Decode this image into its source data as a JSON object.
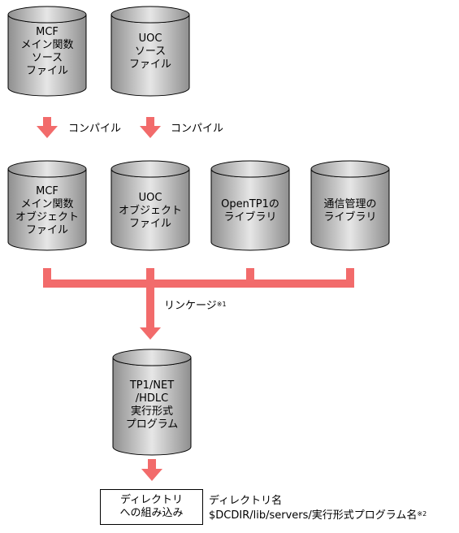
{
  "cylinders": [
    {
      "id": "mcf-src",
      "lines": [
        "MCF",
        "メイン関数",
        "ソース",
        "ファイル"
      ]
    },
    {
      "id": "uoc-src",
      "lines": [
        "UOC",
        "ソース",
        "ファイル"
      ]
    },
    {
      "id": "mcf-obj",
      "lines": [
        "MCF",
        "メイン関数",
        "オブジェクト",
        "ファイル"
      ]
    },
    {
      "id": "uoc-obj",
      "lines": [
        "UOC",
        "オブジェクト",
        "ファイル"
      ]
    },
    {
      "id": "opentp1-lib",
      "lines": [
        "OpenTP1の",
        "ライブラリ"
      ]
    },
    {
      "id": "comm-lib",
      "lines": [
        "通信管理の",
        "ライブラリ"
      ]
    },
    {
      "id": "exec",
      "lines": [
        "TP1/NET",
        "/HDLC",
        "実行形式",
        "プログラム"
      ]
    }
  ],
  "labels": {
    "compile_1": "コンパイル",
    "compile_2": "コンパイル",
    "linkage": "リンケージ",
    "linkage_note": "※1",
    "box_line1": "ディレクトリ",
    "box_line2": "への組み込み",
    "dir_title": "ディレクトリ名",
    "dir_path": "$DCDIR/lib/servers/実行形式プログラム名",
    "dir_note": "※2"
  },
  "colors": {
    "arrow": "#f26b6b",
    "cylinder_dark": "#8f8f8f",
    "cylinder_light": "#e6e6e6",
    "outline": "#000000"
  }
}
